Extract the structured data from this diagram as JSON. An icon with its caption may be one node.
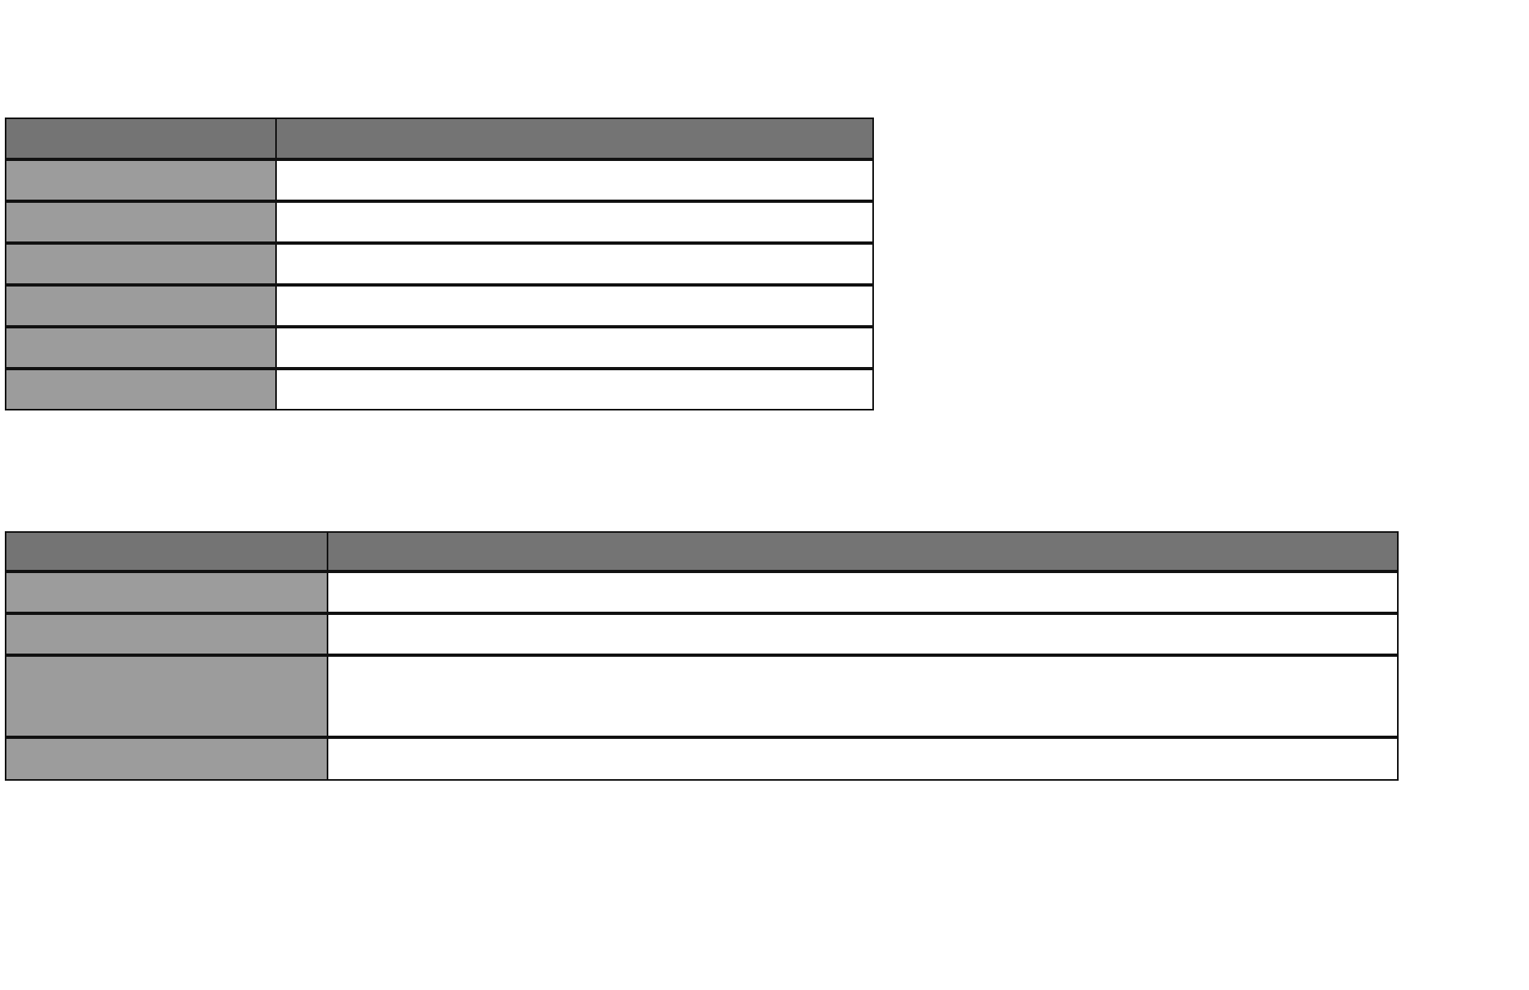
{
  "diagram": {
    "nodes": [
      {
        "text": [],
        "shape": "box"
      },
      {
        "text": [],
        "shape": "box",
        "in": 0
      },
      {
        "text": [],
        "shape": "box",
        "in": 0
      },
      {
        "text": [],
        "shape": "box",
        "in": 0
      },
      {
        "text": [],
        "shape": "box",
        "in": 0
      },
      {
        "text": [],
        "shape": "box",
        "in": 0
      },
      {
        "text": [],
        "shape": "box",
        "in": 0
      },
      {
        "text": [],
        "shape": "box",
        "in": 0
      },
      {
        "text": [],
        "shape": "box",
        "in": 0
      },
      {
        "text": [],
        "shape": "box",
        "in": 0
      },
      {
        "text": [],
        "shape": "box",
        "in": 0
      },
      {
        "text": [],
        "shape": "box",
        "in": 0
      },
      {
        "text": [],
        "shape": "box",
        "in": 0
      },
      {
        "text": [],
        "shape": "box",
        "in": 0
      },
      {
        "text": [],
        "shape": "box",
        "in": 0
      },
      {
        "text": [],
        "shape": "box"
      },
      {
        "text": [],
        "shape": "box",
        "in": 15
      },
      {
        "text": [],
        "shape": "box",
        "in": 15
      },
      {
        "text": [],
        "shape": "box",
        "in": 15
      },
      {
        "text": [],
        "shape": "box",
        "in": 15
      },
      {
        "text": [],
        "shape": "box",
        "in": 15
      },
      {
        "text": [],
        "shape": "box",
        "in": 15
      },
      {
        "text": [],
        "shape": "box",
        "in": 15
      },
      {
        "text": [],
        "shape": "box",
        "in": 15
      },
      {
        "text": [],
        "shape": "box",
        "in": 15
      },
      {
        "text": [],
        "shape": "box",
        "in": 15
      }
    ]
  }
}
